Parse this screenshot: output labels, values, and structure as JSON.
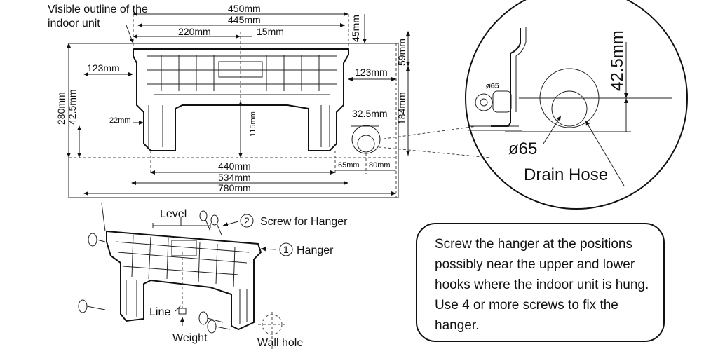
{
  "top_view": {
    "outline_label_1": "Visible outline of the",
    "outline_label_2": "indoor unit",
    "dim_450": "450mm",
    "dim_445": "445mm",
    "dim_220": "220mm",
    "dim_15": "15mm",
    "dim_45": "45mm",
    "dim_59": "59mm",
    "dim_123_left": "123mm",
    "dim_123_right": "123mm",
    "dim_280": "280mm",
    "dim_42_5": "42.5mm",
    "dim_22": "22mm",
    "dim_115": "115mm",
    "dim_184": "184mm",
    "dim_32_5": "32.5mm",
    "dim_440": "440mm",
    "dim_534": "534mm",
    "dim_780": "780mm",
    "dim_65": "65mm",
    "dim_80": "80mm"
  },
  "detail": {
    "dim_42_5": "42.5mm",
    "phi65_small": "ø65",
    "phi65": "ø65",
    "drain_hose": "Drain Hose"
  },
  "install_view": {
    "level": "Level",
    "screw_num": "2",
    "screw_label": "Screw for Hanger",
    "hanger_num": "1",
    "hanger_label": "Hanger",
    "line": "Line",
    "weight": "Weight",
    "wall_hole": "Wall hole"
  },
  "note": {
    "text": "Screw the hanger at the positions possibly near the upper and lower hooks where the indoor unit is hung. Use 4 or more screws to fix the hanger."
  }
}
